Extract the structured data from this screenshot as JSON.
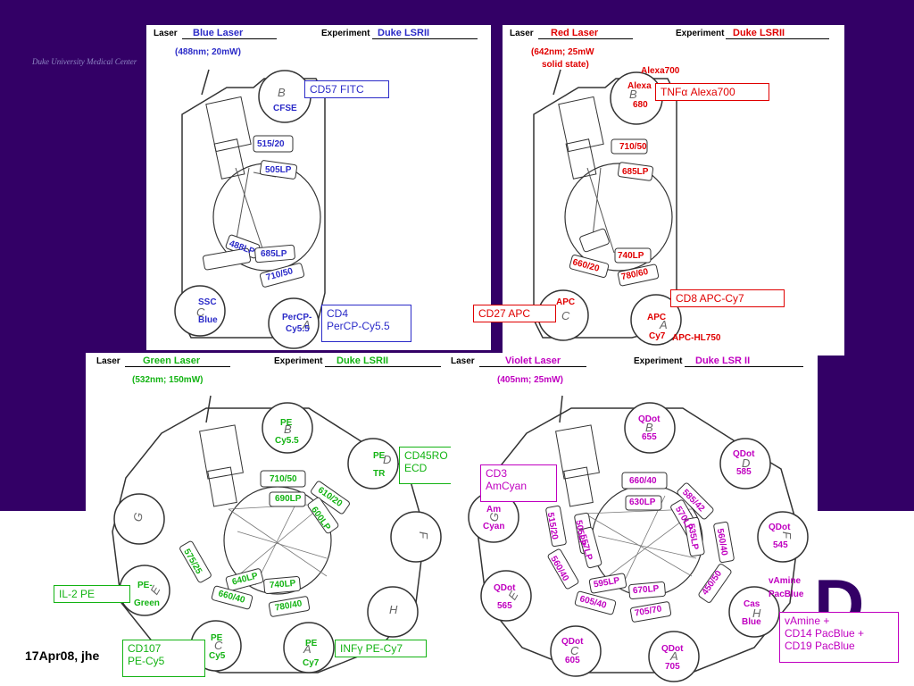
{
  "slide": {
    "org_text": "Duke University Medical Center",
    "footer": "17Apr08, jhe",
    "big_letter": "D"
  },
  "colors": {
    "background": "#330066",
    "blue": "#2b2bc8",
    "red": "#e00000",
    "green": "#13b313",
    "violet": "#c000c0"
  },
  "blue_panel": {
    "laser_label": "Laser",
    "laser_value": "Blue Laser",
    "experiment_label": "Experiment",
    "experiment_value": "Duke LSRII",
    "spec": "(488nm; 20mW)",
    "positions": {
      "b": "B",
      "a": "A",
      "c": "C"
    },
    "detectors": {
      "cfse": "CFSE",
      "f515": "515/20",
      "lp505": "505LP",
      "lp488": "488LP",
      "lp685": "685LP",
      "f710": "710/50",
      "ssc": "SSC",
      "ssc2": "Blue",
      "percp": "PerCP-",
      "percp2": "Cy5.5"
    },
    "boxes": {
      "cd57": "CD57 FITC",
      "cd4_1": "CD4",
      "cd4_2": "PerCP-Cy5.5"
    }
  },
  "red_panel": {
    "laser_label": "Laser",
    "laser_value": "Red Laser",
    "experiment_label": "Experiment",
    "experiment_value": "Duke LSRII",
    "spec_1": "(642nm; 25mW",
    "spec_2": "solid state)",
    "positions": {
      "b": "B",
      "a": "A",
      "c": "C"
    },
    "detectors": {
      "alexa700": "Alexa700",
      "alexa": "Alexa",
      "n680": "680",
      "f710": "710/50",
      "lp685": "685LP",
      "lp740": "740LP",
      "f660": "660/20",
      "f780": "780/60",
      "apc": "APC",
      "apc2": "APC",
      "cy7": "Cy7",
      "hl750": "APC-HL750"
    },
    "boxes": {
      "tnf": "TNFα Alexa700",
      "cd27": "CD27 APC",
      "cd8": "CD8 APC-Cy7"
    }
  },
  "green_panel": {
    "laser_label": "Laser",
    "laser_value": "Green Laser",
    "experiment_label": "Experiment",
    "experiment_value": "Duke LSRII",
    "spec": "(532nm; 150mW)",
    "positions": {
      "b": "B",
      "d": "D",
      "e": "E",
      "c": "C",
      "a": "A",
      "f": "F",
      "g": "G",
      "h": "H"
    },
    "detectors": {
      "pe_cy55_1": "PE",
      "pe_cy55_2": "Cy5.5",
      "petr_1": "PE",
      "petr_2": "TR",
      "f710": "710/50",
      "lp690": "690LP",
      "f610": "610/20",
      "lp600": "600LP",
      "f575": "575/25",
      "lp640": "640LP",
      "lp740": "740LP",
      "f660": "660/40",
      "f780": "780/40",
      "pegreen_1": "PE-",
      "pegreen_2": "Green",
      "pecy5_1": "PE",
      "pecy5_2": "Cy5",
      "pecy7_1": "PE",
      "pecy7_2": "Cy7"
    },
    "boxes": {
      "cd45ro_1": "CD45RO",
      "cd45ro_2": "ECD",
      "il2": "IL-2 PE",
      "cd107_1": "CD107",
      "cd107_2": "PE-Cy5",
      "ifn": "INFγ PE-Cy7"
    }
  },
  "violet_panel": {
    "laser_label": "Laser",
    "laser_value": "Violet Laser",
    "experiment_label": "Experiment",
    "experiment_value": "Duke LSR II",
    "spec": "(405nm; 25mW)",
    "positions": {
      "b": "B",
      "d": "D",
      "g": "G",
      "f": "F",
      "e": "E",
      "h": "H",
      "c": "C",
      "a": "A"
    },
    "detectors": {
      "qdot655_1": "QDot",
      "qdot655_2": "655",
      "qdot585_1": "QDot",
      "qdot585_2": "585",
      "amcyan_1": "Am",
      "amcyan_2": "Cyan",
      "qdot545_1": "QDot",
      "qdot545_2": "545",
      "qdot565_1": "QDot",
      "qdot565_2": "565",
      "casblue_1": "Cas",
      "casblue_2": "Blue",
      "qdot605_1": "QDot",
      "qdot605_2": "605",
      "qdot705_1": "QDot",
      "qdot705_2": "705",
      "f660": "660/40",
      "lp630": "630LP",
      "f585": "585/42",
      "lp570": "570LP",
      "f515": "515/20",
      "lp505": "505LP",
      "lp557": "557LP",
      "lp535": "535LP",
      "f560": "560/40",
      "f560b": "560/40",
      "f450": "450/50",
      "lp595": "595LP",
      "lp670": "670LP",
      "f605": "605/40",
      "f705": "705/70",
      "vamine_1": "vAmine",
      "vamine_2": "PacBlue"
    },
    "boxes": {
      "cd3_1": "CD3",
      "cd3_2": "AmCyan",
      "vamine_1": "vAmine +",
      "vamine_2": "CD14 PacBlue +",
      "vamine_3": "CD19 PacBlue"
    }
  }
}
